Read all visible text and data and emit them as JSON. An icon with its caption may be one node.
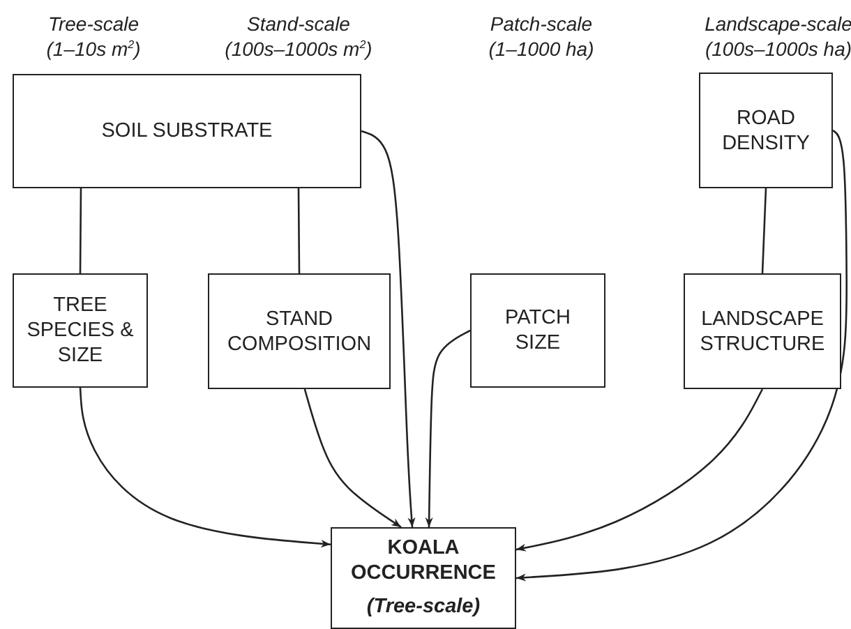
{
  "diagram": {
    "nodes": [
      {
        "text": [
          "SOIL SUBSTRATE"
        ]
      },
      {
        "text": [
          "ROAD DENSITY"
        ]
      },
      {
        "text": [
          "TREE SPECIES & SIZE"
        ]
      },
      {
        "text": [
          "STAND COMPOSITION"
        ]
      },
      {
        "text": [
          "PATCH SIZE"
        ]
      },
      {
        "text": [
          "LANDSCAPE STRUCTURE"
        ]
      },
      {
        "text": [
          "KOALA OCCURRENCE",
          "(Tree-scale)"
        ]
      }
    ],
    "edges": [
      {
        "from": 0,
        "to": 2,
        "arrow": "none"
      },
      {
        "from": 0,
        "to": 3,
        "arrow": "none"
      },
      {
        "from": 0,
        "to": 6,
        "arrow": "to"
      },
      {
        "from": 1,
        "to": 5,
        "arrow": "none"
      },
      {
        "from": 1,
        "to": 6,
        "arrow": "to"
      },
      {
        "from": 2,
        "to": 6,
        "arrow": "to"
      },
      {
        "from": 3,
        "to": 6,
        "arrow": "to"
      },
      {
        "from": 4,
        "to": 6,
        "arrow": "to"
      },
      {
        "from": 5,
        "to": 6,
        "arrow": "to"
      }
    ],
    "labels": [
      "Tree-scale",
      "Stand-scale",
      "Patch-scale",
      "Landscape-scale",
      "(1–10s m$^{2}$)",
      "(100s–1000s m$^{2}$)",
      "(1–1000 ha)",
      "(100s–1000s ha)"
    ]
  }
}
